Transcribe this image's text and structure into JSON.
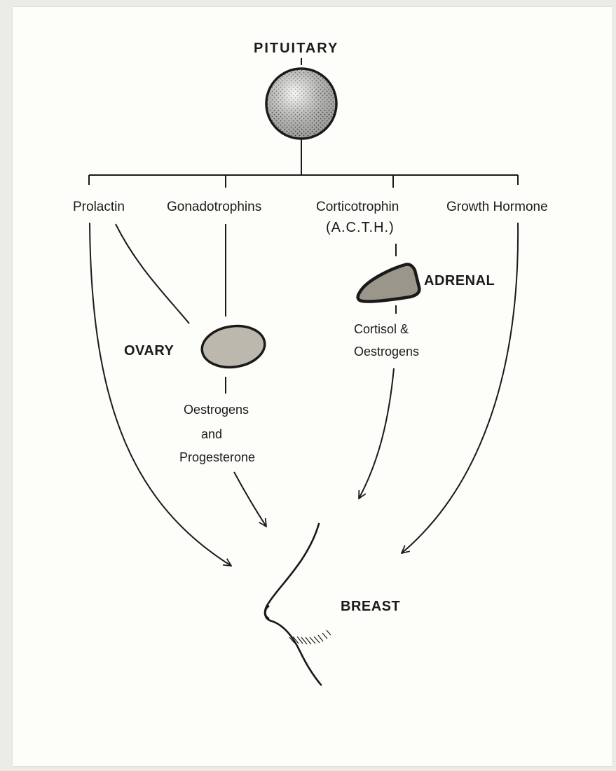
{
  "diagram": {
    "title": "PITUITARY",
    "hormones": {
      "prolactin": "Prolactin",
      "gonadotrophins": "Gonadotrophins",
      "corticotrophin": "Corticotrophin",
      "acth": "(A.C.T.H.)",
      "growth_hormone": "Growth Hormone"
    },
    "organs": {
      "adrenal": "ADRENAL",
      "ovary": "OVARY",
      "breast": "BREAST"
    },
    "secretions": {
      "adrenal_line1": "Cortisol &",
      "adrenal_line2": "Oestrogens",
      "ovary_line1": "Oestrogens",
      "ovary_line2": "and",
      "ovary_line3": "Progesterone"
    }
  },
  "colors": {
    "ink": "#1a1a1a",
    "paper": "#fdfdf9",
    "organ_fill": "#b9b4aa"
  }
}
